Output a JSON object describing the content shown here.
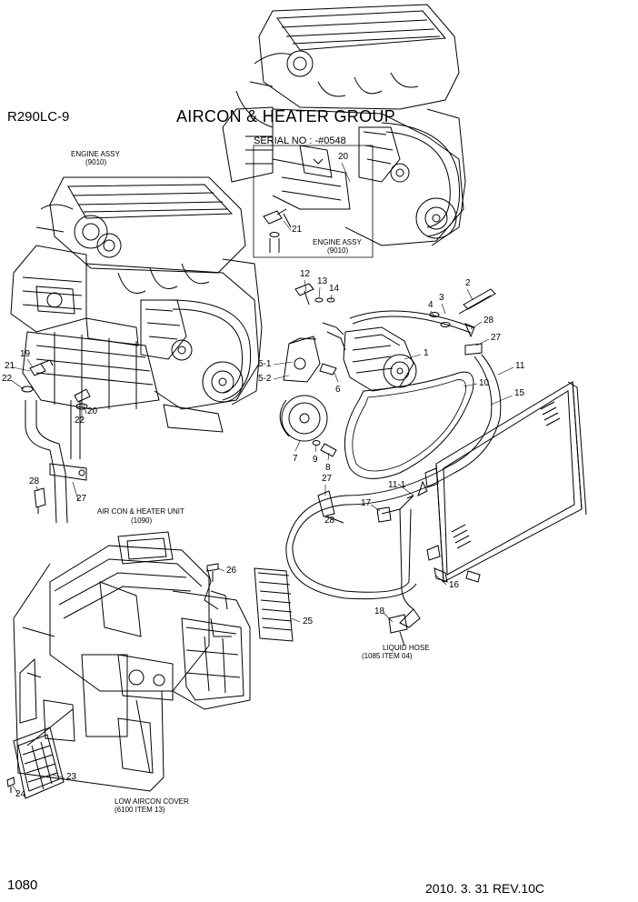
{
  "header": {
    "model": "R290LC-9",
    "title": "AIRCON & HEATER GROUP",
    "serial": "SERIAL NO : -#0548"
  },
  "labels": {
    "engine_assy_left_name": "ENGINE ASSY",
    "engine_assy_left_code": "(9010)",
    "engine_assy_right_name": "ENGINE ASSY",
    "engine_assy_right_code": "(9010)",
    "aircon_unit_name": "AIR CON & HEATER UNIT",
    "aircon_unit_code": "(1090)",
    "liquid_hose_name": "LIQUID HOSE",
    "liquid_hose_ref": "(1085 ITEM 04)",
    "low_cover_name": "LOW AIRCON COVER",
    "low_cover_ref": "(6100 ITEM 13)"
  },
  "callouts": {
    "c1": "1",
    "c2": "2",
    "c3": "3",
    "c4": "4",
    "c5_1": "5-1",
    "c5_2": "5-2",
    "c6": "6",
    "c7": "7",
    "c8": "8",
    "c9": "9",
    "c10": "10",
    "c11": "11",
    "c11_1": "11-1",
    "c12": "12",
    "c13": "13",
    "c14": "14",
    "c15": "15",
    "c16": "16",
    "c17": "17",
    "c18": "18",
    "c19": "19",
    "c20_top": "20",
    "c20_left": "20",
    "c21_top": "21",
    "c21_left": "21",
    "c22_a": "22",
    "c22_b": "22",
    "c23": "23",
    "c24": "24",
    "c25": "25",
    "c26": "26",
    "c27_a": "27",
    "c27_b": "27",
    "c27_c": "27",
    "c28_a": "28",
    "c28_b": "28",
    "c28_c": "28"
  },
  "footer": {
    "page_number": "1080",
    "revision": "2010. 3. 31  REV.10C"
  }
}
